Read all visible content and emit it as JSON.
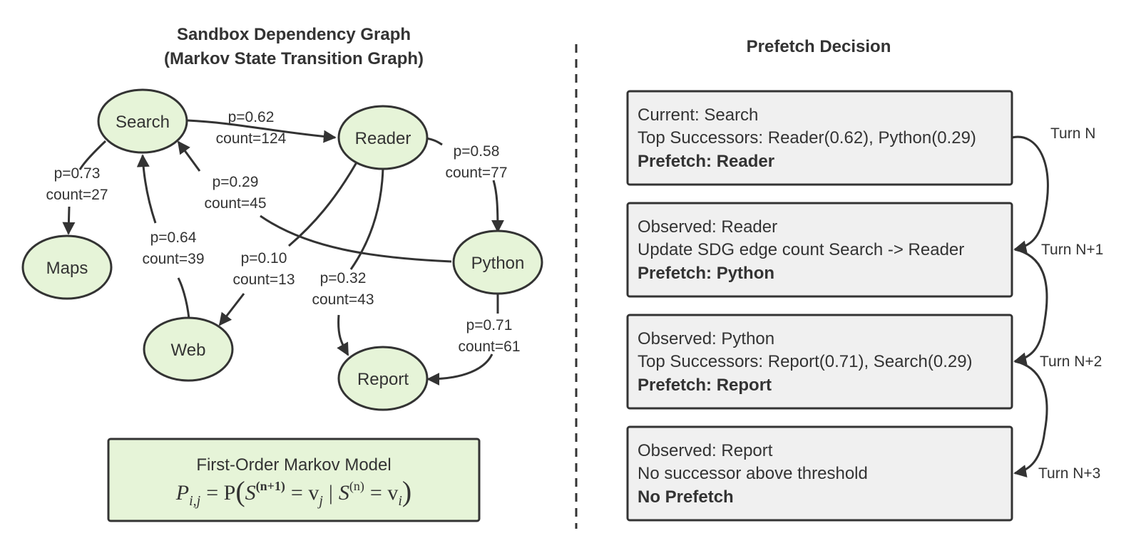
{
  "colors": {
    "node_fill": "#e6f4d8",
    "node_stroke": "#333333",
    "box_fill": "#f0f0f0",
    "formula_fill": "#e6f4d8",
    "text": "#333333"
  },
  "graph": {
    "title_line1": "Sandbox Dependency Graph",
    "title_line2": "(Markov State Transition Graph)",
    "nodes": {
      "search": "Search",
      "reader": "Reader",
      "maps": "Maps",
      "python": "Python",
      "web": "Web",
      "report": "Report"
    },
    "edges": {
      "search_reader": {
        "p": "p=0.62",
        "count": "count=124"
      },
      "search_maps": {
        "p": "p=0.73",
        "count": "count=27"
      },
      "python_search": {
        "p": "p=0.29",
        "count": "count=45"
      },
      "web_search": {
        "p": "p=0.64",
        "count": "count=39"
      },
      "reader_python": {
        "p": "p=0.58",
        "count": "count=77"
      },
      "reader_web": {
        "p": "p=0.10",
        "count": "count=13"
      },
      "reader_report": {
        "p": "p=0.32",
        "count": "count=43"
      },
      "python_report": {
        "p": "p=0.71",
        "count": "count=61"
      }
    }
  },
  "model": {
    "title": "First-Order Markov Model",
    "formula_left": "P",
    "formula_sub": "i,j",
    "formula_eq": "= P",
    "formula_body": "S",
    "formula_sup_next": "(n+1)",
    "formula_vj": "= v",
    "formula_vj_sub": "j",
    "formula_bar": "|",
    "formula_sup_n": "(n)",
    "formula_vi": "= v",
    "formula_vi_sub": "i"
  },
  "decision": {
    "title": "Prefetch Decision",
    "steps": [
      {
        "line1": "Current: Search",
        "line2": "Top Successors: Reader(0.62), Python(0.29)",
        "line3": "Prefetch: Reader",
        "turn": "Turn N"
      },
      {
        "line1": "Observed: Reader",
        "line2": "Update SDG edge count Search -> Reader",
        "line3": "Prefetch: Python",
        "turn": "Turn N+1"
      },
      {
        "line1": "Observed: Python",
        "line2": "Top Successors: Report(0.71), Search(0.29)",
        "line3": "Prefetch: Report",
        "turn": "Turn N+2"
      },
      {
        "line1": "Observed: Report",
        "line2": "No successor above threshold",
        "line3": "No Prefetch",
        "turn": "Turn N+3"
      }
    ]
  }
}
